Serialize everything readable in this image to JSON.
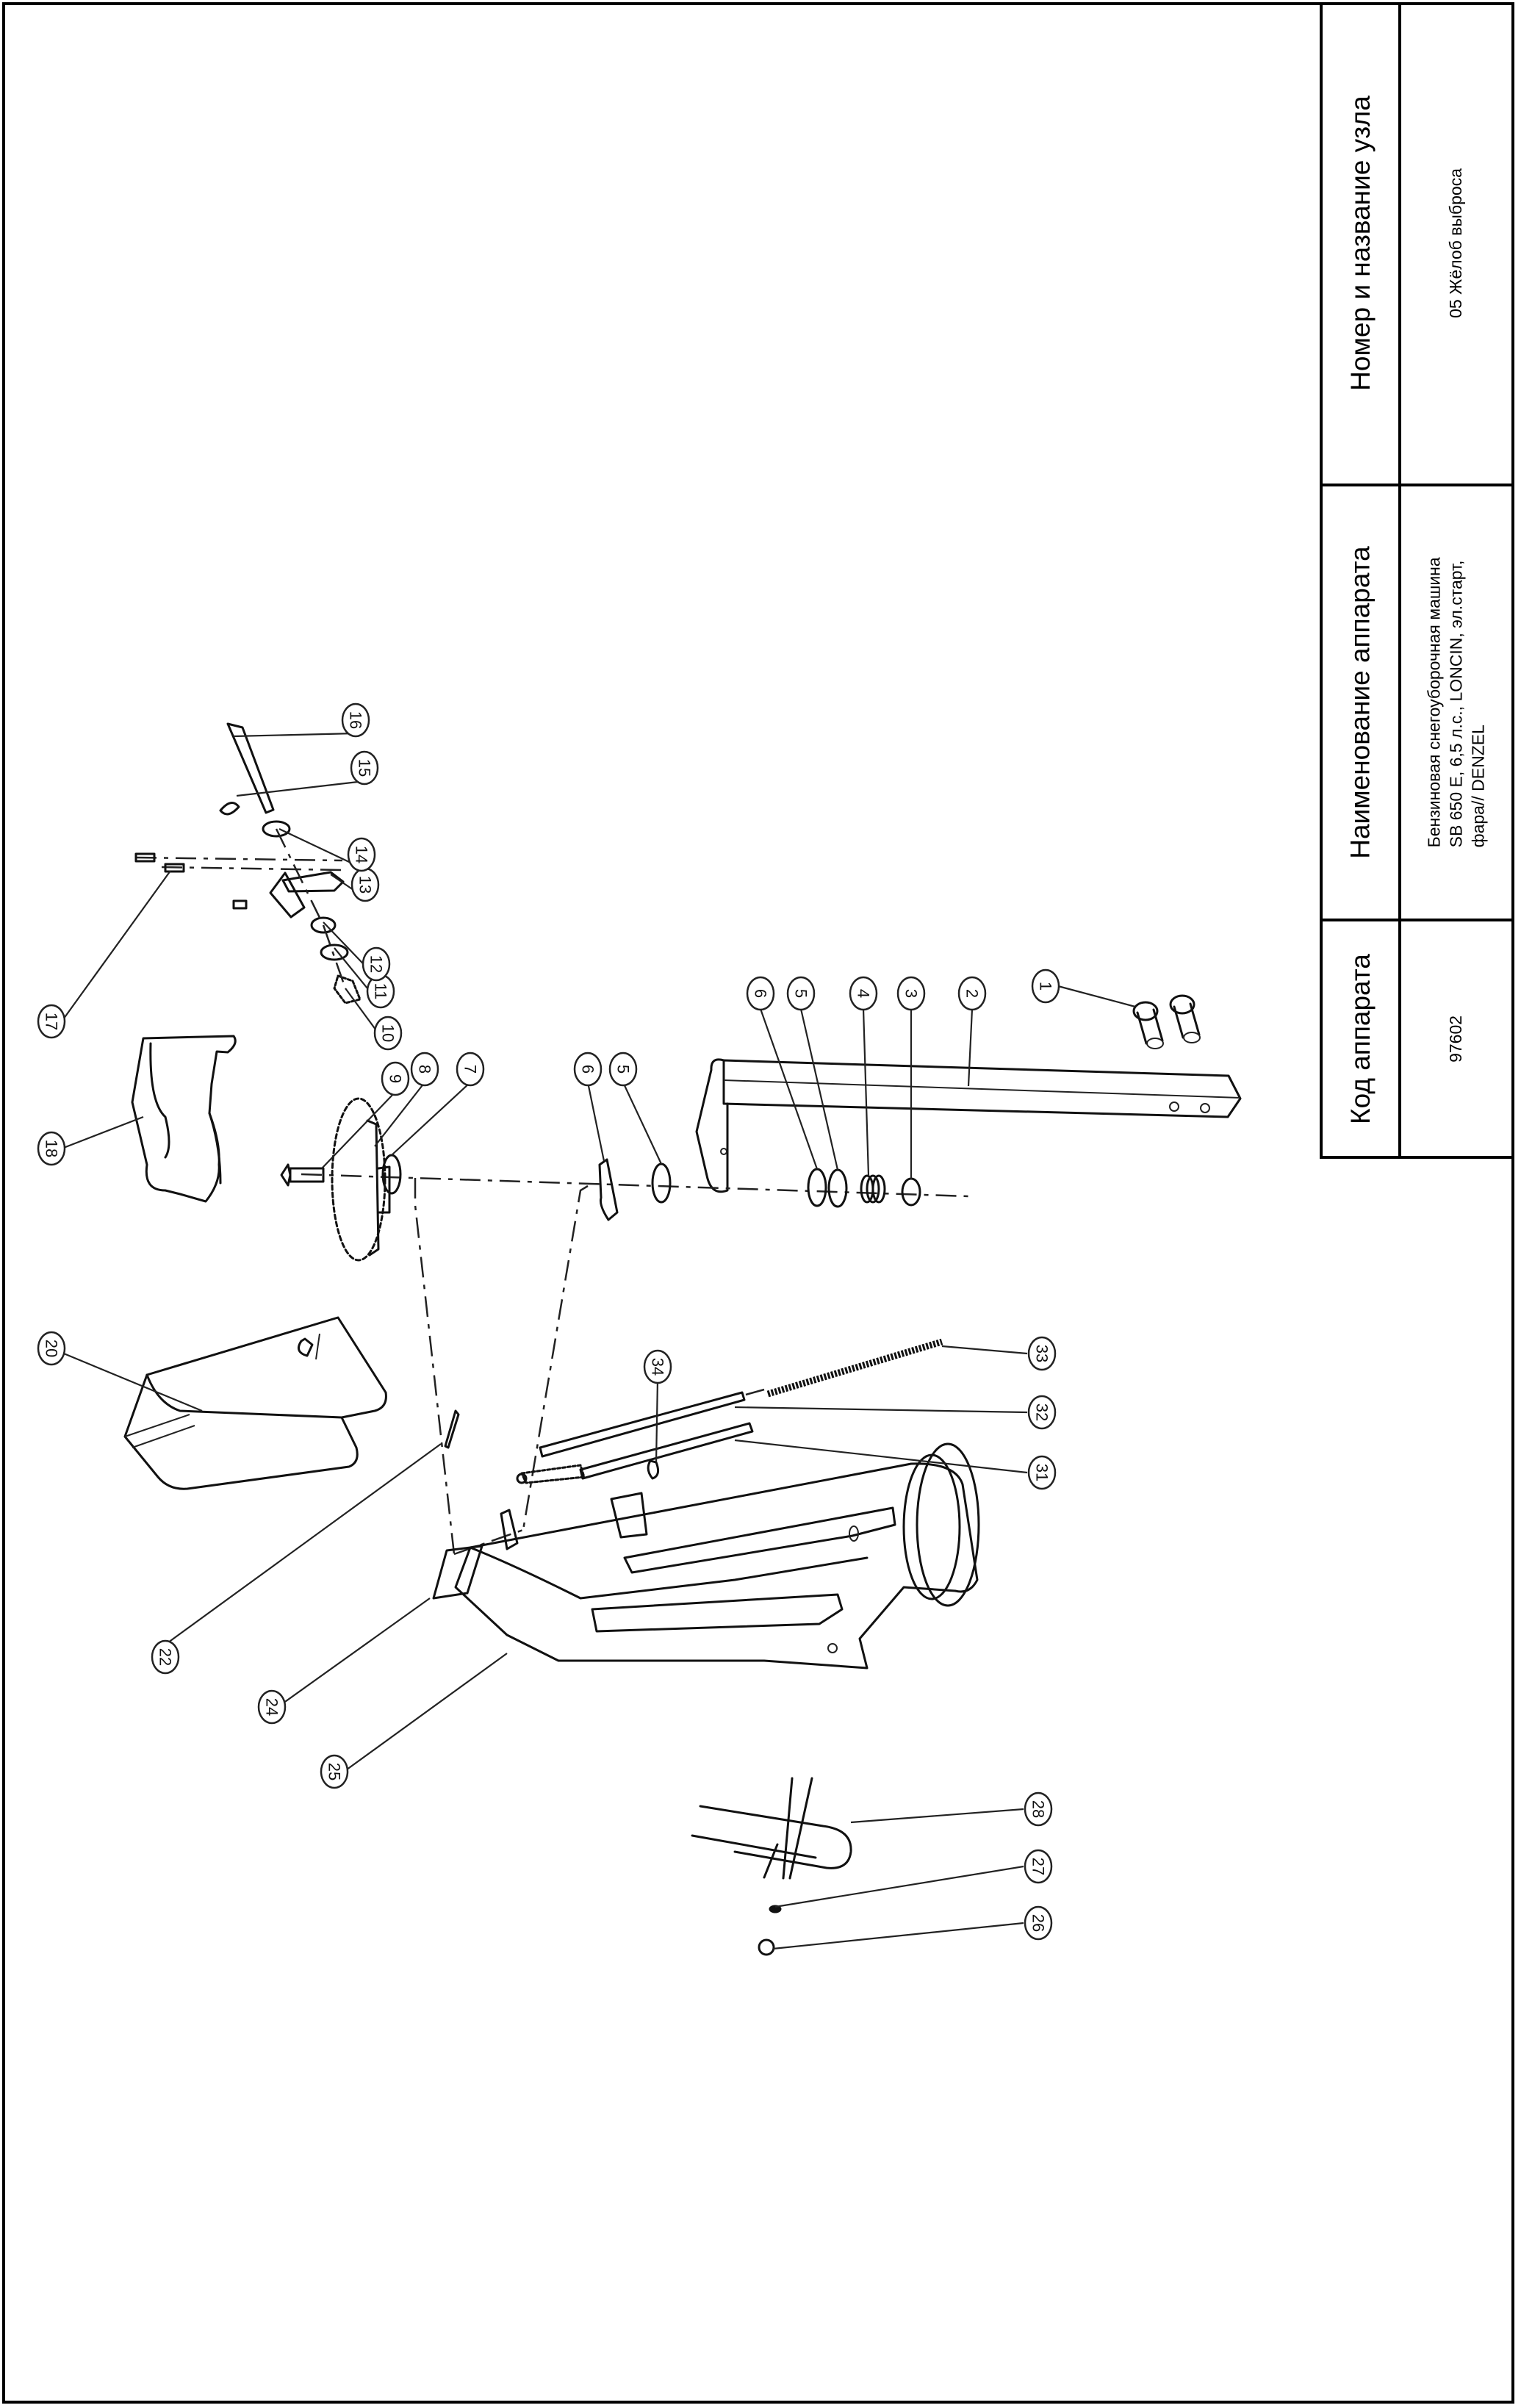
{
  "title_block": {
    "node_header": "Номер и название узла",
    "node_value": "05 Жёлоб выброса",
    "device_name_header": "Наименование аппарата",
    "device_name_lines": [
      "Бензиновая снегоуборочная машина",
      "SB 650 E, 6,5 л.с., LONCIN, эл.старт,",
      "фара// DENZEL"
    ],
    "device_code_header": "Код аппарата",
    "device_code_value": "97602"
  },
  "diagram": {
    "callouts": [
      "1",
      "2",
      "3",
      "4",
      "5",
      "6",
      "5",
      "6",
      "7",
      "8",
      "9",
      "10",
      "11",
      "12",
      "13",
      "14",
      "15",
      "16",
      "17",
      "18",
      "20",
      "22",
      "24",
      "25",
      "26",
      "27",
      "28",
      "31",
      "32",
      "33",
      "34"
    ]
  },
  "colors": {
    "line": "#111111",
    "background": "#ffffff",
    "border": "#000000"
  }
}
